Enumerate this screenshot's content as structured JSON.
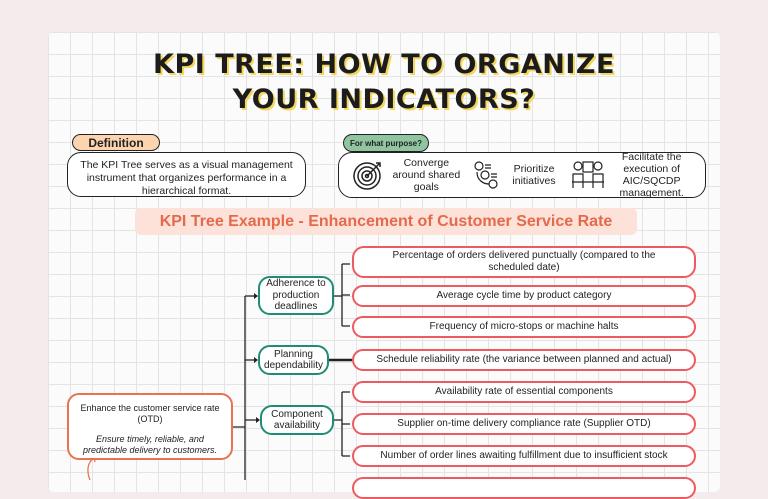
{
  "title": {
    "line1": "KPI TREE: HOW TO ORGANIZE",
    "line2": "YOUR INDICATORS?"
  },
  "definition": {
    "label": "Definition",
    "text": "The KPI Tree serves as a visual management instrument that organizes performance in a hierarchical format."
  },
  "purpose": {
    "label": "For what purpose?",
    "items": [
      {
        "icon": "target-icon",
        "text": "Converge around shared goals"
      },
      {
        "icon": "priority-list-icon",
        "text": "Prioritize initiatives"
      },
      {
        "icon": "meeting-icon",
        "text": "Facilitate the execution of AIC/SQCDP management."
      }
    ]
  },
  "example_title": "KPI Tree Example - Enhancement of Customer Service Rate",
  "root": {
    "title": "Enhance the customer service rate (OTD)",
    "subtitle": "Ensure timely, reliable, and predictable delivery to customers."
  },
  "drivers": [
    "Adherence to production deadlines",
    "Planning dependability",
    "Component availability"
  ],
  "kpis": [
    "Percentage of orders delivered punctually (compared to the scheduled date)",
    "Average cycle time by product category",
    "Frequency of micro-stops or machine halts",
    "Schedule reliability rate (the variance between planned and actual)",
    "Availability rate of essential components",
    "Supplier on-time delivery compliance rate (Supplier OTD)",
    "Number of order lines awaiting fulfillment due to insufficient stock",
    ""
  ],
  "colors": {
    "driver": "#1e8c76",
    "kpi": "#ee5a5f",
    "root": "#e8734f",
    "definition_tag": "#fcd5b0",
    "purpose_tag": "#8fc59f"
  }
}
